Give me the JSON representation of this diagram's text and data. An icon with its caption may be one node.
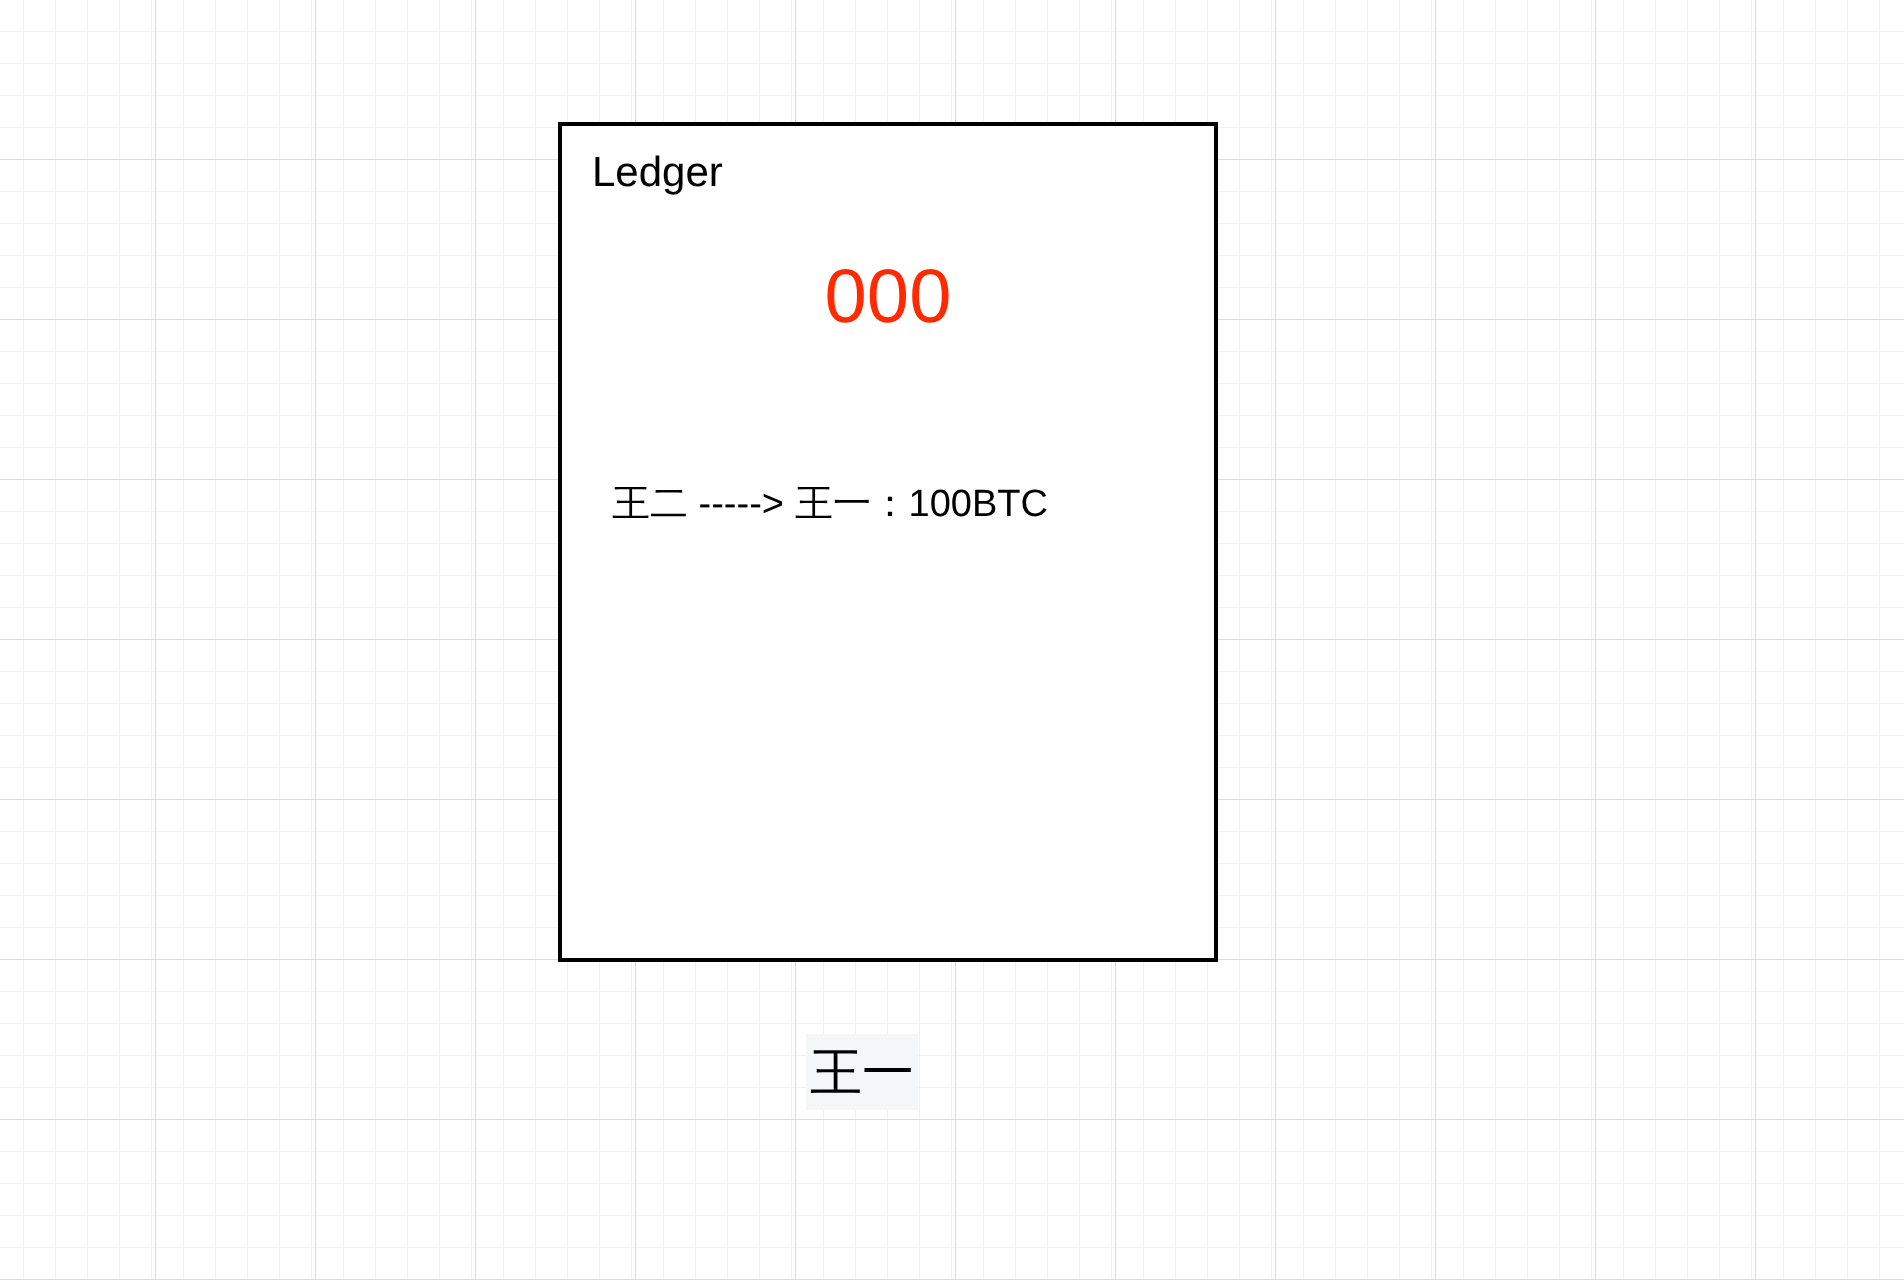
{
  "diagram": {
    "nodes": [
      {
        "text": [
          "Ledger",
          "000",
          "王二 -----> 王一：100BTC"
        ],
        "beside": [
          "王一"
        ]
      }
    ]
  }
}
